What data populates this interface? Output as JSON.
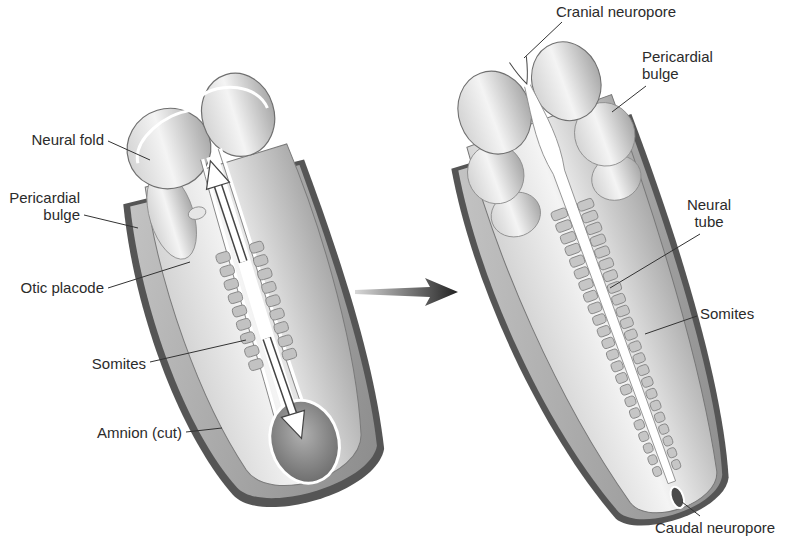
{
  "diagram": {
    "labels": [
      "Neural fold",
      "Pericardial bulge",
      "Otic placode",
      "Somites",
      "Amnion (cut)",
      "Cranial neuropore",
      "Pericardial bulge",
      "Neural tube",
      "Somites",
      "Caudal neuropore"
    ]
  }
}
